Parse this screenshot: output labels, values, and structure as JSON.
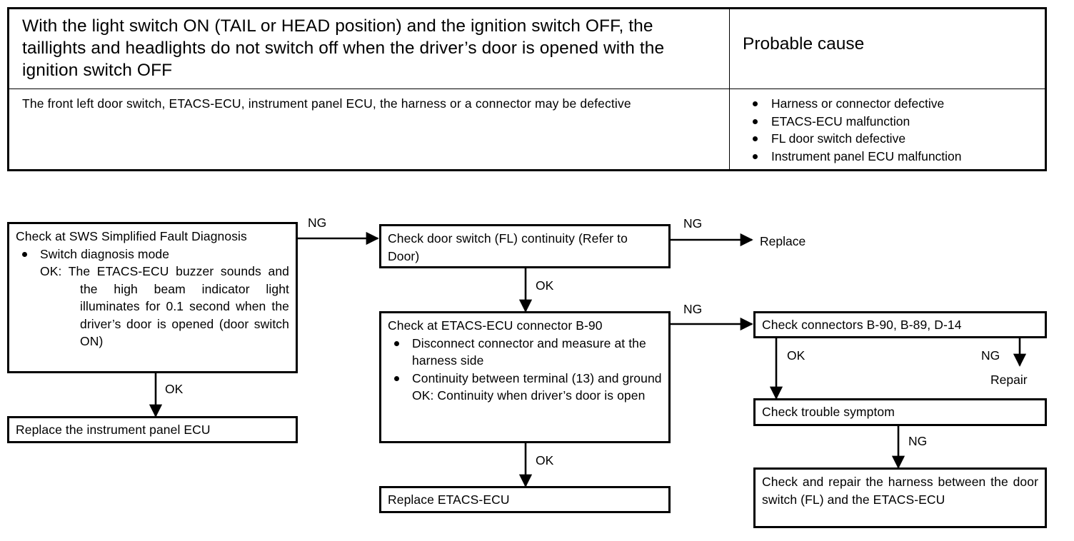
{
  "table": {
    "symptom": "With the light switch ON (TAIL or HEAD position) and the ignition switch OFF, the taillights and headlights do not switch off when the driver’s door is opened with the ignition switch OFF",
    "probable_cause_header": "Probable cause",
    "detail": "The front left door switch, ETACS-ECU, instrument panel ECU, the harness or a connector may be defective",
    "causes": [
      "Harness or connector defective",
      "ETACS-ECU malfunction",
      "FL door switch defective",
      "Instrument panel ECU malfunction"
    ]
  },
  "flow": {
    "box_sws": {
      "title": "Check at SWS Simplified Fault Diagnosis",
      "bullet": "Switch diagnosis mode",
      "ok_label": "OK:",
      "ok_text": "The ETACS-ECU buzzer sounds and the high beam indicator light illuminates for 0.1 second when the driver’s door is opened (door switch ON)"
    },
    "box_replace_ipecu": "Replace the instrument panel ECU",
    "box_door_switch": "Check door switch (FL) continuity (Refer to Door)",
    "box_etacs_connector": {
      "title": "Check at ETACS-ECU connector B-90",
      "bullet1": "Disconnect connector and measure at the harness side",
      "bullet2": "Continuity between terminal (13) and ground",
      "ok_label": "OK:",
      "ok_text": "Continuity when driver’s door is open"
    },
    "box_replace_etacs": "Replace ETACS-ECU",
    "box_check_connectors": "Check connectors B-90, B-89, D-14",
    "box_check_trouble": "Check trouble symptom",
    "box_check_repair_harness": "Check and repair the harness between the door switch (FL) and the ETACS-ECU",
    "text_replace": "Replace",
    "text_repair": "Repair",
    "labels": {
      "ng_sws_to_door": "NG",
      "ok_sws_to_ipecu": "OK",
      "ng_door_to_replace": "NG",
      "ok_door_to_etacs": "OK",
      "ng_etacs_to_connectors": "NG",
      "ok_etacs_to_replace": "OK",
      "ok_connectors_to_trouble": "OK",
      "ng_connectors_to_repair": "NG",
      "ng_trouble_to_harness": "NG"
    }
  },
  "colors": {
    "ink": "#000000",
    "paper": "#ffffff"
  }
}
